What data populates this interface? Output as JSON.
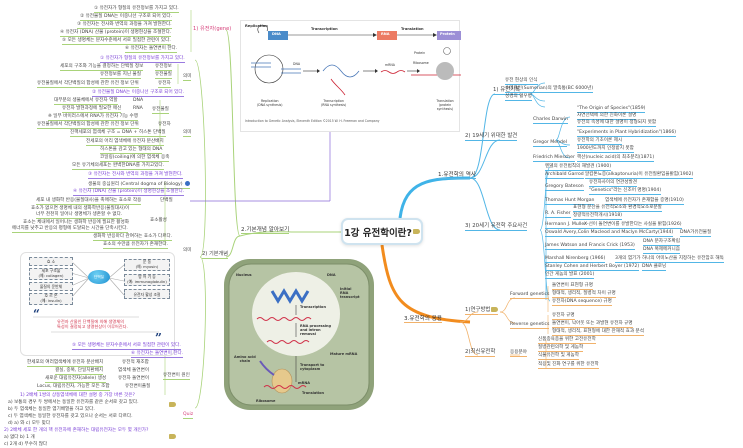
{
  "central_topic": "1강 유전학이란?",
  "branches": {
    "history": {
      "label": "1.유전학의 역사",
      "sub1": {
        "label": "1) 유전기록",
        "items": [
          "유전 현상의 인식",
          "수메르인(Sumerian)의 말족통(BC 6000년)",
          "성경의 혈우병"
        ]
      },
      "sub2": {
        "label": "2) 19세기 위대한 발견",
        "people": [
          {
            "name": "Charles Darwin",
            "items": [
              "\"The Origin of Species\"(1859)",
              "자연선택에 의한 진화이론 설명",
              "유전의 속성에 대한 설명이 정형되지 못함"
            ]
          },
          {
            "name": "Gregor Mendel",
            "items": [
              "\"Experiments in Plant Hybridization\"(1866)",
              "유전학의 기초이론 제시",
              "1900년도까지 인정받지 못함"
            ]
          },
          {
            "name": "Friedrich Miescher",
            "items": [
              "핵산(nucleic acid)의 최초분리(1871)"
            ]
          }
        ]
      },
      "sub3": {
        "label": "3) 20세기 유전학 주요사건",
        "events": [
          {
            "name": "멘델의 유전법칙의 재발견 (1900)",
            "items": []
          },
          {
            "name": "Archibald Garrod",
            "items": [
              "알캅톤뇨증(alkaptonuria)이 유전질환임을밝힘(1902)"
            ]
          },
          {
            "name": "Gregory Bateson",
            "items": [
              "유전자사이의 연관성발견",
              "\"Genetics\"라는 신조어 명명(1904)"
            ]
          },
          {
            "name": "Thomas Hunt Morgan",
            "items": [
              "염색체에 유전자가 존재함을 증명(1910)"
            ]
          },
          {
            "name": "R. A. Fisher",
            "items": [
              "표현형 분산을 유전적요소와 환경적요소로분할",
              "정량적유전학개시(1918)"
            ]
          },
          {
            "name": "Hermann J. Muller",
            "items": [
              "X-선이 돌연변이를 유발한다는 사실을 밝힘(1926)"
            ]
          },
          {
            "name": "Oswald Avery,Colin Macleod and Maclyn McCarty(1944)",
            "items": [
              "DNA가유전물질"
            ]
          },
          {
            "name": "James Watson and Francis Crick (1953)",
            "items": [
              "DNA 분자구조확립",
              "DNA 복제메커니즘"
            ]
          },
          {
            "name": "Marshall Nirenberg (1966)",
            "items": [
              "3개의 염기가 하나의 아미노산을 지정하는 유전암호 해독"
            ]
          },
          {
            "name": "Stanley Cohen and Herbert Boyer (1972)",
            "items": [
              "DNA 클로닝"
            ]
          },
          {
            "name": "인간 게놈의 발표 (2001)",
            "items": []
          }
        ]
      }
    },
    "application": {
      "label": "3.유전학의 응용",
      "sub1": {
        "label": "1)연구방법",
        "groups": [
          {
            "name": "Forward genetics",
            "items": [
              "돌연변이 표현형 규명",
              "형태적, 생리적, 질병적 차이 규명",
              "유전자(DNA sequence) 규명"
            ]
          },
          {
            "name": "Reverse genetics",
            "items": [
              "유전자 규명",
              "돌연변이, 낙아웃 또는 과발현 유전자 규명",
              "형태적, 생리적, 표현형에 대한 잔해적 효과 분석"
            ]
          }
        ]
      },
      "sub2": {
        "label": "2)최신유전학",
        "group": "응용분야",
        "items": [
          "신품종육종을 위한 고전유전학",
          "질병관련의학 및 게놈학",
          "식물유전학 및 게놈학",
          "적응및 진화 연구를 위한 유전학"
        ]
      }
    },
    "basics": {
      "label": "2.기본개념 알아보기",
      "gene": {
        "label": "1) 유전자(gene)",
        "items": [
          "① 유전자가 형질의 유전정보를 가지고 있다.",
          "② 유전물질 DNA는 이중나선 구조로 되어 있다.",
          "③ 유전자는 전사와 번역의 과정을 거쳐 발현한다.",
          "④ 유전자 (DNA) 산물 (protein)이 생명현상을 조절한다.",
          "⑤ 모든 생명체는 분자수준에서 서로 밀접한 관련이 있다.",
          "⑥ 유전자는 돌연변이 한다."
        ]
      },
      "concepts": {
        "label": "2) 기본개념",
        "s1": {
          "title": "① 유전자가 형질의 유전정보를 가지고 있다.",
          "meaning": "의미",
          "rows": [
            {
              "text": "세포의 구조와 기능을 결정하는 단백질 정보",
              "tag": "유전정보"
            },
            {
              "text": "유전정보를 지닌 물질",
              "tag": "유전물질"
            },
            {
              "text": "유전물질에서 각단백질의 합성에 관한 유전 정보 단위",
              "tag": "유전자"
            }
          ]
        },
        "s2": {
          "title": "② 유전물질 DNA는 이중나선 구조로 되어 있다.",
          "group": "유전물질",
          "meaning": "의미",
          "rows": [
            {
              "text": "대부분의 생물체에서 유전자 역할",
              "tag": "DNA"
            },
            {
              "text": "유전자 발현과정에 필요한 매신",
              "tag": "RNA"
            },
            {
              "text": "※ 일부 바이러스에서 RNA가 유전자 기능 수행",
              "tag": ""
            },
            {
              "text": "유전물질에서 각단백질의 합성에 관한 유전 정보 단위",
              "tag": "유전자"
            },
            {
              "text": "진핵세포의 염색체 구조 = DNA + 히스톤 단백질",
              "tag": ""
            },
            {
              "text": "전세포의 어리 염색체에 유전자 분산배치",
              "tag": ""
            },
            {
              "text": "히스톤을 감고 있는 형태의 DNA",
              "tag": ""
            },
            {
              "text": "코일링(coiling)에 의한 염색체 응축",
              "tag": ""
            },
            {
              "text": "모든 유기체의세포는 완벽한DNA를 가지고있다.",
              "tag": ""
            }
          ]
        },
        "s3": {
          "title": "③ 유전자는 전사와 번역의 과정을 거쳐 발현한다.",
          "sub": "생물의 중심원리 (Central dogma of Biology)"
        },
        "s4": {
          "title": "④ 유전자 (DNA) 산물 (protein)이 생명현상을 조절한다.",
          "protein_tag": "단백질",
          "enzyme_tag": "효소활성",
          "meaning": "의미",
          "rows": [
            "세포 내 생화학 반응(물질대사)을 촉매하는 효소로 작용",
            "효소가 없으면 생명체 내의 생화학반응(물질대사)이",
            "너무 천천히 일어나 생명체가 생존할 수 없다.",
            "효소는 체내에서 일어나는 생화학 반응에 필요한 활성화",
            "에너지를 낮추고 반응의 평형에 도달되는 시간을 단축시킨다.",
            "생화학 반응마다 관여하는 효소가 다르다.",
            "효소의 수만큼 유전자가 존재한다."
          ],
          "hub": "단백질",
          "left_boxes": [
            "효 소",
            "세포 구조물\n(예: collagen)",
            "물질의 운반체",
            "호 르 몬\n(예: insulin)"
          ],
          "right_boxes": [
            "운 동\n(예: myosin)",
            "방 어 기 능\n(예: immunoglobulin)",
            "유전자 활성 조절"
          ],
          "quote": "유전자 산물인 단백질에 의해 생명체의\n특성이 결정되고 생명현상이 이루어진다."
        },
        "s5": {
          "title": "⑤ 모든 생명체는 분자수준에서 서로 밀접한 관련이 있다."
        },
        "s6": {
          "title": "⑥ 유전자는 돌연변이 한다.",
          "group": "유전변이 원인",
          "rows": [
            {
              "text": "한세포의 여러염색체에 유전자 분산배치",
              "tag": "유전적 재조합"
            },
            {
              "text": "결실, 중복, 단일치환배치",
              "tag": "염색체 돌연변이"
            },
            {
              "text": "새로운 대립유전자(allele) 생성",
              "tag": "유전자 돌연변이"
            },
            {
              "text": "Locus, 대립유전자, 가능한 모든 조합",
              "tag": "유전변이풀질"
            }
          ]
        }
      },
      "quiz": {
        "label": "Quiz",
        "q1": "1) 2배체 1쌍의 상동염색체에 대한 설명 중 가장 바른 것은?",
        "q1_opts": [
          "a) 보통의 경우 두 쌍에서는 동일한 유전자를 같은 순서로 갖고 있다.",
          "b) 두 염색체는 동일한 염기배열을 하고 있다.",
          "c) 두 염색체는 동일한 유전자를 갖고 있으나 순서는 서로 다르다.",
          "d) a) 와 c) 모두 맞다"
        ],
        "q2": "2) 2배체 세포 한 개의 핵 유전자에 존재하는 대립유전자는 모두 몇 개인가?",
        "q2_opts": [
          "a) 없다  b) 1 개",
          "c) 2개  d) 무수히 많다"
        ]
      }
    }
  },
  "figure_top": {
    "replication": "Replication",
    "dna": "DNA",
    "transcription": "Transcription",
    "rna": "RNA",
    "translation": "Translation",
    "protein": "Protein",
    "protein_label": "Protein",
    "ribosome_label": "Ribosome",
    "dna_small": "DNA",
    "mrna": "mRNA",
    "cap1": "Replication\n(DNA synthesis)",
    "cap2": "Transcription\n(RNA synthesis)",
    "cap3": "Translation\n(protein synthesis)",
    "credit": "Introduction to Genetic Analysis, Eleventh Edition ©2015 W. H. Freeman and Company"
  },
  "figure_cell": {
    "nucleus": "Nucleus",
    "dna": "DNA",
    "initial": "Initial\nRNA\ntranscript",
    "transcription": "Transcription",
    "processing": "RNA processing\nand intron\nremoval",
    "mature": "Mature mRNA",
    "transport": "Transport to\ncytoplasm",
    "amino": "Amino acid\nchain",
    "mrna": "mRNA",
    "translation": "Translation",
    "ribosome": "Ribosome"
  },
  "colors": {
    "history": "#3fb3e8",
    "application": "#f28c1e",
    "basics": "#9ccc6b",
    "purple": "#7a3fd6",
    "pink": "#d63f7a",
    "dna_box": "#4a8bc9",
    "rna_box": "#ec7b63",
    "protein_box": "#9c8fd6",
    "cell": "#8fa27a"
  }
}
